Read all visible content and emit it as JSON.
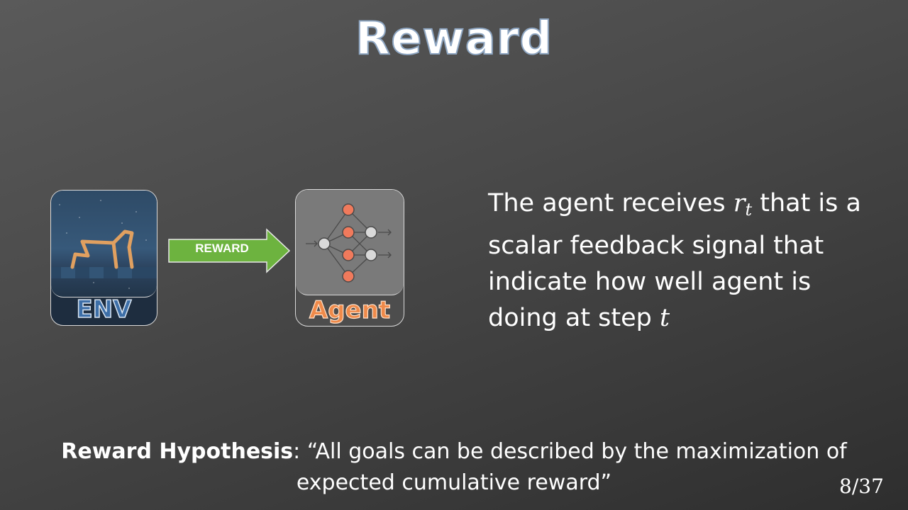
{
  "slide": {
    "title": "Reward",
    "env_label": "ENV",
    "agent_label": "Agent",
    "arrow_label": "REWARD",
    "description": {
      "part1": "The agent receives ",
      "symbol": "r",
      "subscript": "t",
      "part2": " that is a scalar feedback signal that indicate how well agent is doing at step ",
      "step_symbol": "t"
    },
    "hypothesis": {
      "term": "Reward Hypothesis",
      "text": ": “All goals can be described by the maximization of expected cumulative reward”"
    },
    "page_number": "8/37"
  },
  "colors": {
    "arrow_fill": "#6db33f",
    "env_text": "#3d6fa8",
    "agent_text": "#ef8a4a",
    "node_orange": "#f07a5c",
    "node_grey": "#d9d9d9"
  },
  "icons": {
    "env": "walker-robot-illustration",
    "agent": "neural-network-icon"
  }
}
